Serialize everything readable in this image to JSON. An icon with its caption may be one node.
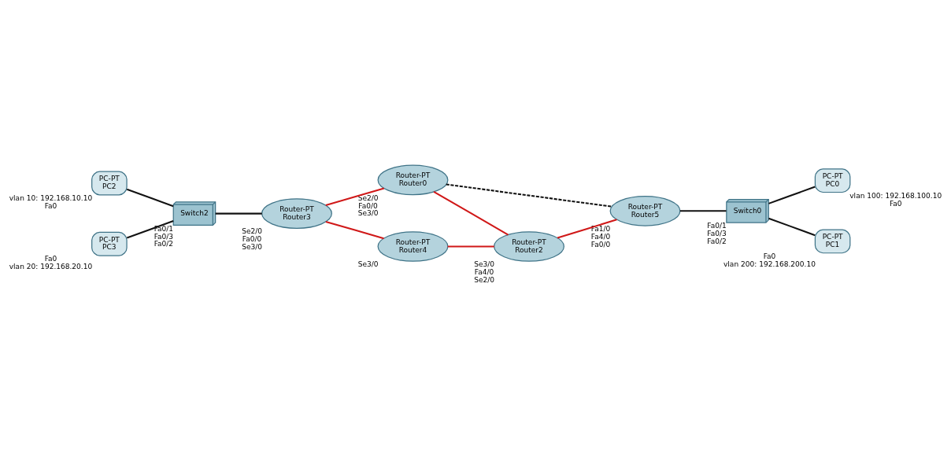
{
  "diagram": {
    "nodes": [
      {
        "text": [
          "PC-PT",
          "PC2"
        ],
        "beside": [
          "vlan 10: 192.168.10.10",
          "Fa0"
        ]
      },
      {
        "text": [
          "Switch2"
        ],
        "beside": [
          "Fa0/1",
          "Fa0/3",
          "Fa0/2"
        ]
      },
      {
        "text": [
          "PC-PT",
          "PC3"
        ],
        "beside": [
          "Fa0",
          "vlan 20: 192.168.20.10"
        ]
      },
      {
        "text": [
          "Router-PT",
          "Router0"
        ],
        "beside": [
          "Se2/0",
          "Fa0/0",
          "Se3/0"
        ]
      },
      {
        "text": [
          "Router-PT",
          "Router3"
        ],
        "beside": [
          "Se2/0",
          "Fa0/0",
          "Se3/0"
        ]
      },
      {
        "text": [
          "Router-PT",
          "Router2"
        ],
        "beside": [
          "Se3/0",
          "Fa4/0",
          "Se2/0"
        ]
      },
      {
        "text": [
          "Router-PT",
          "Router4"
        ],
        "beside": [
          "Se3/0"
        ]
      },
      {
        "text": [
          "Router-PT",
          "Router5"
        ],
        "beside": [
          "Fa1/0",
          "Fa4/0",
          "Fa0/0"
        ]
      },
      {
        "text": [
          "Switch0"
        ],
        "beside": [
          "Fa0/1",
          "Fa0/3",
          "Fa0/2"
        ]
      },
      {
        "text": [
          "PC-PT",
          "PC0"
        ],
        "beside": [
          "vlan 100: 192.168.100.10",
          "Fa0"
        ]
      },
      {
        "text": [
          "PC-PT",
          "PC1"
        ],
        "beside": [
          "Fa0",
          "vlan 200: 192.168.200.10"
        ]
      }
    ],
    "edges": [
      {
        "from": 0,
        "to": 1,
        "arrow": "none"
      },
      {
        "from": 2,
        "to": 1,
        "arrow": "none"
      },
      {
        "from": 1,
        "to": 4,
        "arrow": "none"
      },
      {
        "from": 4,
        "to": 3,
        "arrow": "none",
        "color": "#d01818"
      },
      {
        "from": 4,
        "to": 6,
        "arrow": "none",
        "color": "#d01818"
      },
      {
        "from": 3,
        "to": 7,
        "arrow": "none",
        "style": "dashed"
      },
      {
        "from": 3,
        "to": 5,
        "arrow": "none",
        "color": "#d01818"
      },
      {
        "from": 6,
        "to": 5,
        "arrow": "none",
        "color": "#d01818"
      },
      {
        "from": 5,
        "to": 7,
        "arrow": "none",
        "color": "#d01818"
      },
      {
        "from": 7,
        "to": 8,
        "arrow": "none"
      },
      {
        "from": 8,
        "to": 9,
        "arrow": "none"
      },
      {
        "from": 8,
        "to": 10,
        "arrow": "none"
      }
    ]
  }
}
